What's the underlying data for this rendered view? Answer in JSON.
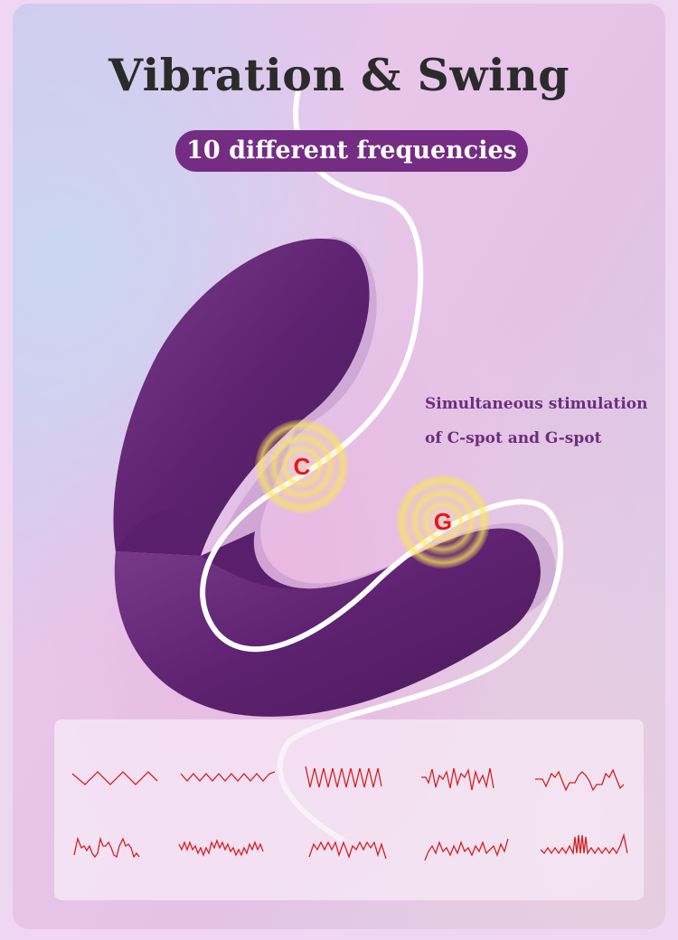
{
  "header": {
    "title": "Vibration & Swing",
    "badge": "10 different frequencies"
  },
  "description": {
    "line1": "Simultaneous stimulation",
    "line2": "of C-spot and G-spot"
  },
  "markers": {
    "c_spot": "C",
    "g_spot": "G"
  },
  "colors": {
    "product": "#5e2270",
    "badge_bg": "#742d83",
    "description_text": "#6a2e7c",
    "marker_letter": "#f0101a",
    "waveform": "#d42020"
  },
  "waveforms": {
    "count": 10,
    "rows": 2,
    "columns": 5
  }
}
